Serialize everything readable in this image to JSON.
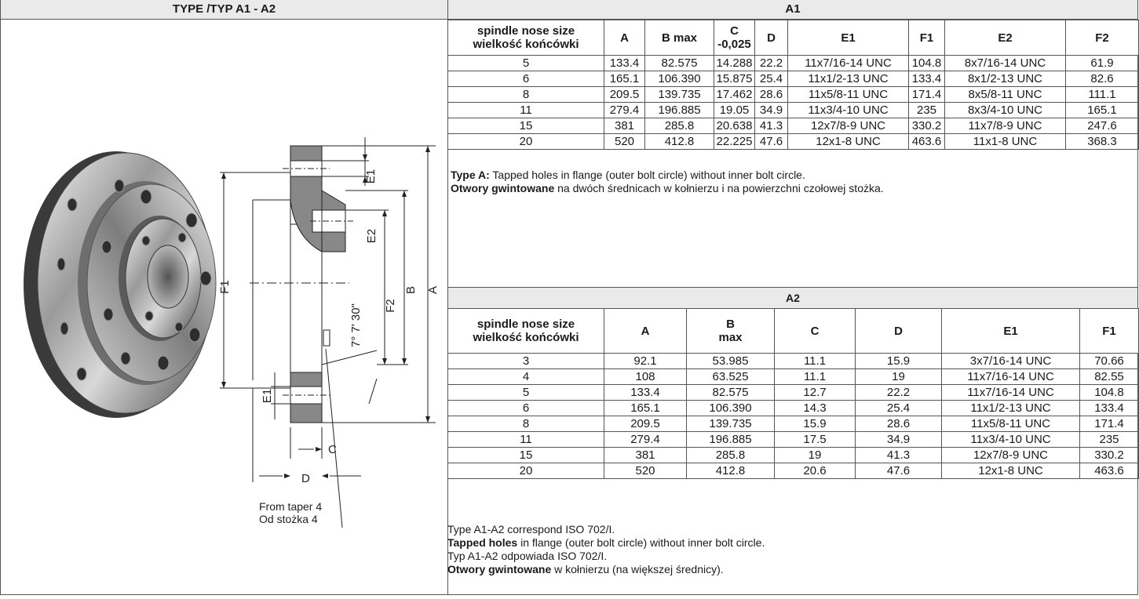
{
  "left_title": "TYPE /TYP A1 - A2",
  "right_title": "A1",
  "drawing": {
    "dims": [
      "F1",
      "E1",
      "E2",
      "F2",
      "B",
      "A",
      "7° 7' 30\"",
      "E1",
      "C",
      "D"
    ],
    "note_line1": "From taper 4",
    "note_line2": "Od stożka 4"
  },
  "a1": {
    "headers": [
      "spindle nose size\nwielkość końcówki",
      "A",
      "B max",
      "C\n-0,025",
      "D",
      "E1",
      "F1",
      "E2",
      "F2"
    ],
    "rows": [
      [
        "5",
        "133.4",
        "82.575",
        "14.288",
        "22.2",
        "11x7/16-14 UNC",
        "104.8",
        "8x7/16-14 UNC",
        "61.9"
      ],
      [
        "6",
        "165.1",
        "106.390",
        "15.875",
        "25.4",
        "11x1/2-13 UNC",
        "133.4",
        "8x1/2-13 UNC",
        "82.6"
      ],
      [
        "8",
        "209.5",
        "139.735",
        "17.462",
        "28.6",
        "11x5/8-11 UNC",
        "171.4",
        "8x5/8-11 UNC",
        "111.1"
      ],
      [
        "11",
        "279.4",
        "196.885",
        "19.05",
        "34.9",
        "11x3/4-10 UNC",
        "235",
        "8x3/4-10 UNC",
        "165.1"
      ],
      [
        "15",
        "381",
        "285.8",
        "20.638",
        "41.3",
        "12x7/8-9 UNC",
        "330.2",
        "11x7/8-9 UNC",
        "247.6"
      ],
      [
        "20",
        "520",
        "412.8",
        "22.225",
        "47.6",
        "12x1-8 UNC",
        "463.6",
        "11x1-8 UNC",
        "368.3"
      ]
    ],
    "note_bold1": "Type A:",
    "note_text1": " Tapped holes in flange (outer bolt circle) without inner bolt circle.",
    "note_bold2": "Otwory gwintowane",
    "note_text2": " na dwóch średnicach w kołnierzu i na powierzchni czołowej stożka."
  },
  "a2": {
    "title": "A2",
    "headers": [
      "spindle nose size\nwielkość końcówki",
      "A",
      "B\nmax",
      "C",
      "D",
      "E1",
      "F1"
    ],
    "rows": [
      [
        "3",
        "92.1",
        "53.985",
        "11.1",
        "15.9",
        "3x7/16-14 UNC",
        "70.66"
      ],
      [
        "4",
        "108",
        "63.525",
        "11.1",
        "19",
        "11x7/16-14 UNC",
        "82.55"
      ],
      [
        "5",
        "133.4",
        "82.575",
        "12.7",
        "22.2",
        "11x7/16-14 UNC",
        "104.8"
      ],
      [
        "6",
        "165.1",
        "106.390",
        "14.3",
        "25.4",
        "11x1/2-13 UNC",
        "133.4"
      ],
      [
        "8",
        "209.5",
        "139.735",
        "15.9",
        "28.6",
        "11x5/8-11 UNC",
        "171.4"
      ],
      [
        "11",
        "279.4",
        "196.885",
        "17.5",
        "34.9",
        "11x3/4-10 UNC",
        "235"
      ],
      [
        "15",
        "381",
        "285.8",
        "19",
        "41.3",
        "12x7/8-9 UNC",
        "330.2"
      ],
      [
        "20",
        "520",
        "412.8",
        "20.6",
        "47.6",
        "12x1-8 UNC",
        "463.6"
      ]
    ],
    "note1": "Type A1-A2 correspond ISO 702/I.",
    "note2_bold": "Tapped holes",
    "note2_text": " in flange (outer bolt circle) without inner bolt circle.",
    "note3": "Typ A1-A2 odpowiada ISO 702/I.",
    "note4_bold": "Otwory gwintowane",
    "note4_text": " w kołnierzu (na większej średnicy)."
  }
}
